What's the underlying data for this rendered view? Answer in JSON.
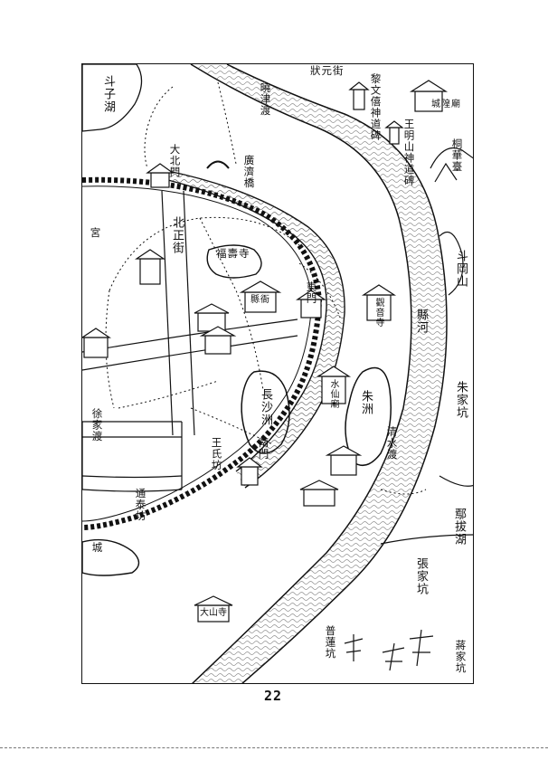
{
  "page_number": "22",
  "labels": {
    "dou_zi_hu": "斗子湖",
    "zhuang_yuan_jie": "狀元街",
    "li_wen_xi_shendao_bei": "黎文僖神道碑",
    "wang_mingshan_shendao_bei": "王明山神道碑",
    "cheng_huang_miao": "城隍廟",
    "tong_hua_tai": "桐華臺",
    "xiao_jin_du": "曉津渡",
    "bei_dajie_men": "大北門",
    "guang_ji_qiao": "廣濟橋",
    "bei_zheng_jie": "北正街",
    "xian_ya": "縣衙",
    "dong_men": "東門",
    "dou_gang_shan": "斗岡山",
    "xian_he": "縣河",
    "zhu_jia_keng": "朱家坑",
    "yan_ma_hu": "鄢拔湖",
    "zhang_jia_keng": "張家坑",
    "pu_lian_keng": "普蓮坑",
    "jiang_jia_keng": "蔣家坑",
    "nan_men": "南門",
    "wang_shi_fang": "王氏坊",
    "tong_tai_fang": "通泰坊",
    "fu_shi_si": "福壽寺",
    "da_shan_si": "大山寺",
    "zhu_zhou": "朱洲",
    "chang_sha_zhou": "長沙洲",
    "guan_yin_si": "觀音寺",
    "shui_xian_miao": "水仙廟",
    "gong_yuan": "宮",
    "cheng_label": "城",
    "qing_shui_du": "清水渡",
    "xu_jia_du": "徐家渡"
  }
}
